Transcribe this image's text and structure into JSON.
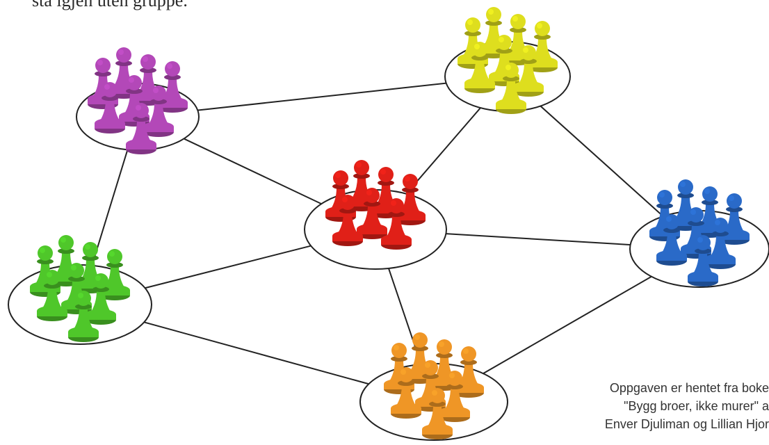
{
  "top_text": "stå igjen uten gruppe.",
  "colors": {
    "purple": "#b348b8",
    "yellow": "#dede1e",
    "red": "#e02018",
    "green": "#4fc72a",
    "blue": "#2a6ac8",
    "orange": "#ef9626",
    "line": "#222222"
  },
  "groups": [
    {
      "name": "purple",
      "pieces": 8
    },
    {
      "name": "yellow",
      "pieces": 8
    },
    {
      "name": "red",
      "pieces": 7
    },
    {
      "name": "green",
      "pieces": 8
    },
    {
      "name": "blue",
      "pieces": 8
    },
    {
      "name": "orange",
      "pieces": 8
    }
  ],
  "connections": [
    [
      "purple",
      "yellow"
    ],
    [
      "purple",
      "red"
    ],
    [
      "purple",
      "green"
    ],
    [
      "yellow",
      "red"
    ],
    [
      "yellow",
      "blue"
    ],
    [
      "red",
      "green"
    ],
    [
      "red",
      "blue"
    ],
    [
      "red",
      "orange"
    ],
    [
      "green",
      "orange"
    ],
    [
      "orange",
      "blue"
    ]
  ],
  "credit": {
    "line1": "Oppgaven er hentet fra boke",
    "line2": "\"Bygg broer, ikke murer\" a",
    "line3": "Enver Djuliman og Lillian Hjor"
  }
}
